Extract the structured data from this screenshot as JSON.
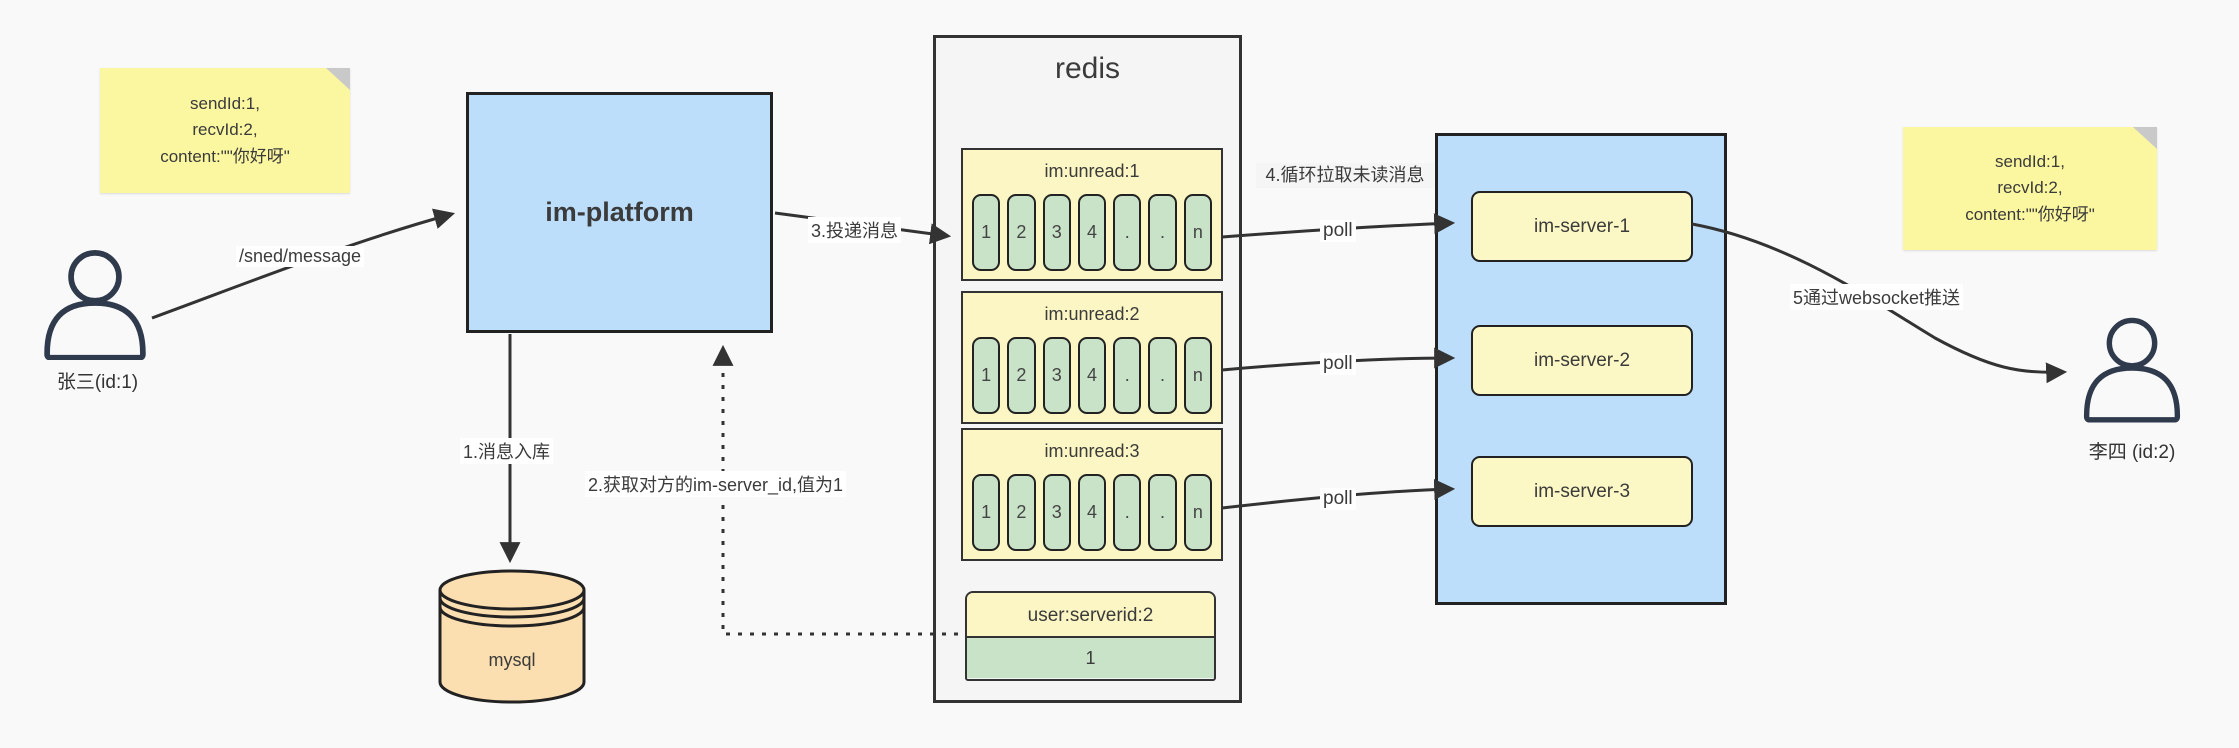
{
  "notes": {
    "left": {
      "l1": "sendId:1,",
      "l2": "recvId:2,",
      "l3": "content:\"\"你好呀\""
    },
    "right": {
      "l1": "sendId:1,",
      "l2": "recvId:2,",
      "l3": "content:\"\"你好呀\""
    }
  },
  "sender": {
    "label": "张三(id:1)"
  },
  "receiver": {
    "label": "李四 (id:2)"
  },
  "platform": {
    "label": "im-platform"
  },
  "database": {
    "label": "mysql"
  },
  "redis": {
    "title": "redis",
    "queues": [
      {
        "header": "im:unread:1",
        "cells": [
          "1",
          "2",
          "3",
          "4",
          ".",
          ".",
          "n"
        ]
      },
      {
        "header": "im:unread:2",
        "cells": [
          "1",
          "2",
          "3",
          "4",
          ".",
          ".",
          "n"
        ]
      },
      {
        "header": "im:unread:3",
        "cells": [
          "1",
          "2",
          "3",
          "4",
          ".",
          ".",
          "n"
        ]
      }
    ],
    "mapping": {
      "header": "user:serverid:2",
      "value": "1"
    }
  },
  "servers": [
    {
      "label": "im-server-1"
    },
    {
      "label": "im-server-2"
    },
    {
      "label": "im-server-3"
    }
  ],
  "labels": {
    "send_endpoint": "/sned/message",
    "step1": "1.消息入库",
    "step2": "2.获取对方的im-server_id,值为1",
    "step3": "3.投递消息",
    "step4": "4.循环拉取未读消息",
    "step5": "5通过websocket推送",
    "poll": "poll"
  },
  "colors": {
    "note_bg": "#fbf6a0",
    "note_fold": "#c9c9c9",
    "platform_bg": "#bcdefb",
    "redis_bg": "#f5f5f5",
    "queue_bg": "#fbf6c3",
    "cell_bg": "#c9e3c9",
    "server_bg": "#fcf8c5",
    "mysql_bg": "#fcdfb1",
    "stroke": "#333333"
  }
}
